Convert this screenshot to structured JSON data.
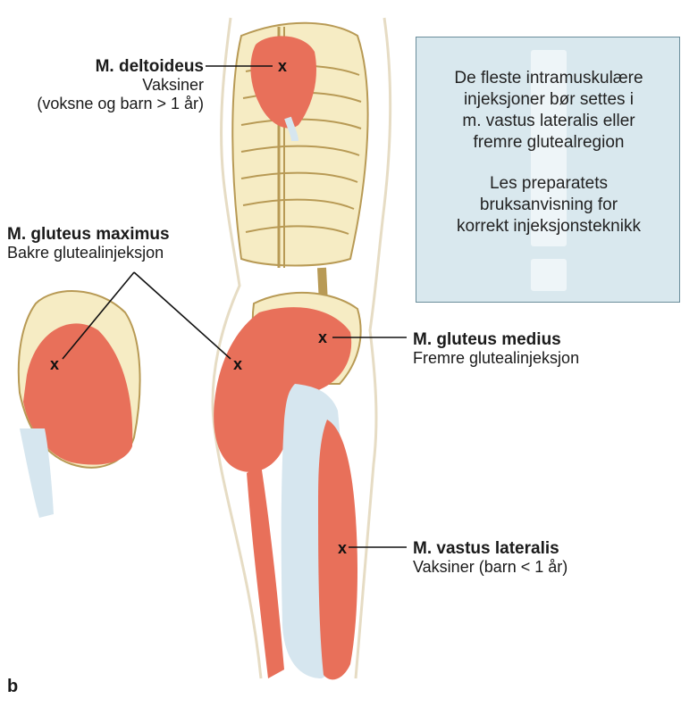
{
  "figure_label": "b",
  "muscles": {
    "deltoideus": {
      "name": "M. deltoideus",
      "line1": "Vaksiner",
      "line2": "(voksne og barn > 1 år)"
    },
    "gluteus_maximus": {
      "name": "M. gluteus maximus",
      "line1": "Bakre glutealinjeksjon"
    },
    "gluteus_medius": {
      "name": "M. gluteus medius",
      "line1": "Fremre glutealinjeksjon"
    },
    "vastus_lateralis": {
      "name": "M. vastus lateralis",
      "line1": "Vaksiner (barn < 1 år)"
    }
  },
  "injection_mark": "x",
  "info_box": {
    "paragraph1": [
      "De fleste intramuskulære",
      "injeksjoner bør settes i",
      "m. vastus lateralis eller",
      "fremre glutealregion"
    ],
    "paragraph2": [
      "Les preparatets",
      "bruksanvisning for",
      "korrekt injeksjonsteknikk"
    ]
  },
  "colors": {
    "muscle": "#e8705a",
    "bone": "#f6ecc4",
    "bone_outline": "#b89a55",
    "fascia": "#d6e6ef",
    "skin_outline": "#e8dcc0",
    "panel_bg": "#d9e8ee"
  }
}
